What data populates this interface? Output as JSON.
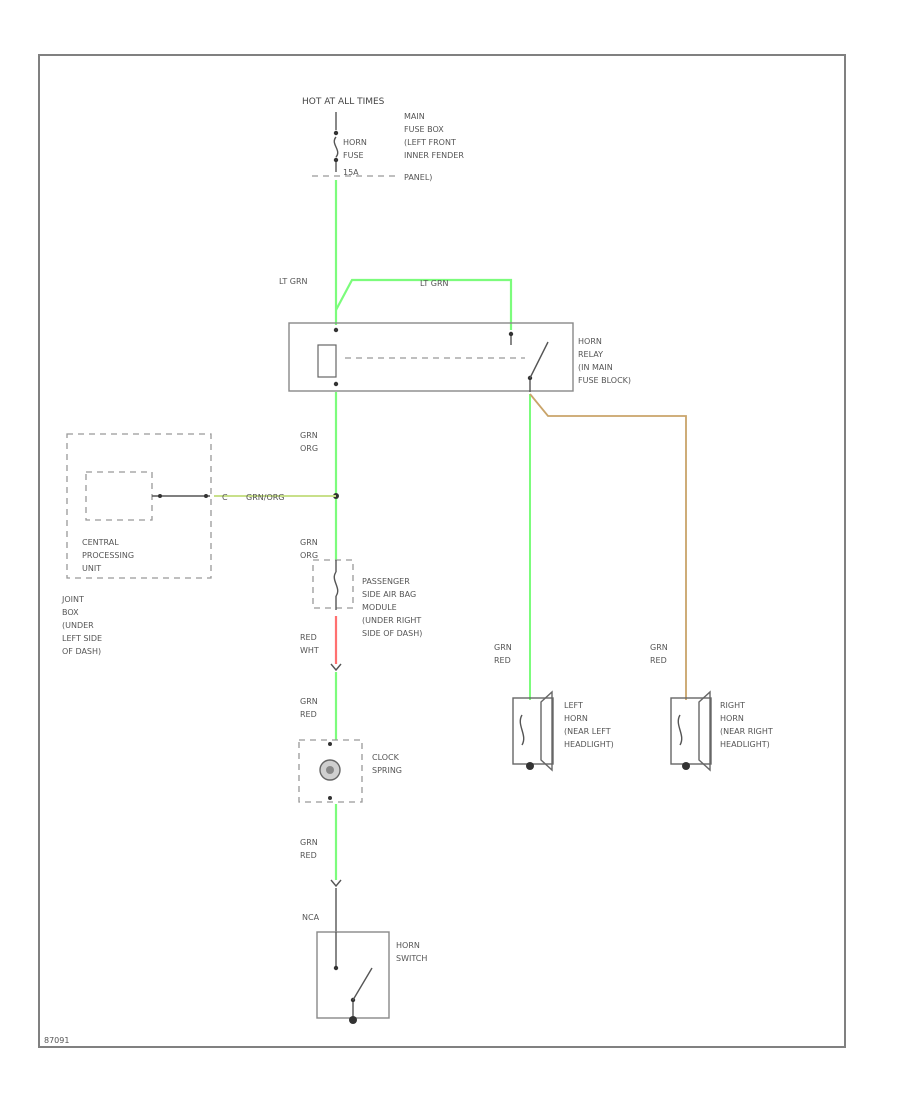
{
  "diagram": {
    "power": {
      "header": "HOT AT ALL TIMES",
      "fuse_box_lines": [
        "MAIN",
        "FUSE BOX",
        "(LEFT FRONT",
        "INNER FENDER",
        "PANEL)"
      ],
      "fuse_lines": [
        "HORN",
        "FUSE",
        "15A"
      ]
    },
    "relay": {
      "label_lines": [
        "HORN",
        "RELAY",
        "(IN MAIN",
        "FUSE BLOCK)"
      ]
    },
    "wires": {
      "lt_grn_left": "LT GRN",
      "lt_grn_top": "LT GRN",
      "grn_org_1": [
        "GRN",
        "ORG"
      ],
      "grn_org_branch": "GRN/ORG",
      "grn_org_2": [
        "GRN",
        "ORG"
      ],
      "red_wht": [
        "RED",
        "WHT"
      ],
      "grn_red_1": [
        "GRN",
        "RED"
      ],
      "grn_red_2": [
        "GRN",
        "RED"
      ],
      "grn_red_left_horn": [
        "GRN",
        "RED"
      ],
      "grn_red_right_horn": [
        "GRN",
        "RED"
      ],
      "nca": "NCA",
      "pin_c": "C"
    },
    "cpu": {
      "label_lines": [
        "CENTRAL",
        "PROCESSING",
        "UNIT"
      ]
    },
    "junction_box": {
      "label_lines": [
        "JOINT",
        "BOX",
        "(UNDER",
        "LEFT SIDE",
        "OF DASH)"
      ]
    },
    "airbag_module": {
      "label_lines": [
        "PASSENGER",
        "SIDE AIR BAG",
        "MODULE",
        "(UNDER RIGHT",
        "SIDE OF DASH)"
      ]
    },
    "clock_spring": {
      "label_lines": [
        "CLOCK",
        "SPRING"
      ]
    },
    "left_horn": {
      "label_lines": [
        "LEFT",
        "HORN",
        "(NEAR LEFT",
        "HEADLIGHT)"
      ]
    },
    "right_horn": {
      "label_lines": [
        "RIGHT",
        "HORN",
        "(NEAR RIGHT",
        "HEADLIGHT)"
      ]
    },
    "horn_switch": {
      "label_lines": [
        "HORN",
        "SWITCH"
      ]
    },
    "figure_id": "87091"
  },
  "colors": {
    "wire_green": "#7CFC7C",
    "wire_red": "#FF7070",
    "wire_orange": "#C9A46A",
    "wire_grn_org": "#C8E08A",
    "frame": "#808080"
  }
}
